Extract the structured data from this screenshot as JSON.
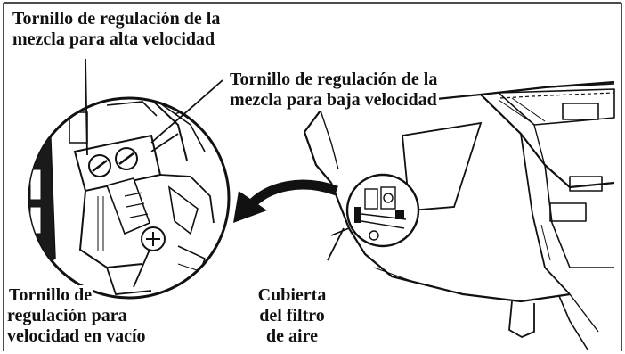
{
  "labels": {
    "high_speed_screw": {
      "line1": "Tornillo de regulación de la",
      "line2": "mezcla para alta velocidad"
    },
    "low_speed_screw": {
      "line1": "Tornillo de regulación de la",
      "line2": "mezcla para baja velocidad"
    },
    "idle_speed_screw": {
      "line1": "Tornillo de",
      "line2": "regulación para",
      "line3": "velocidad en vacío"
    },
    "air_filter_cover": {
      "line1": "Cubierta",
      "line2": "del filtro",
      "line3": "de aire"
    }
  },
  "colors": {
    "ink": "#111111",
    "paper": "#ffffff"
  }
}
